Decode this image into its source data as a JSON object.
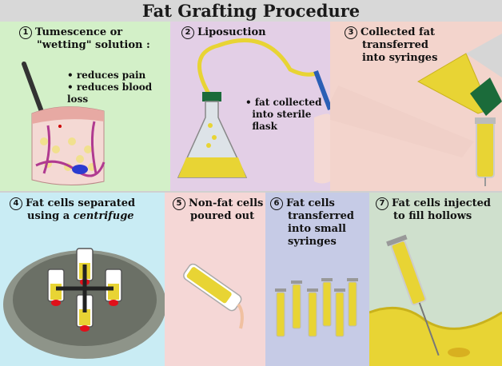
{
  "title": "Fat Grafting Procedure",
  "steps": [
    {
      "num": "1",
      "line1": "Tumescence or",
      "line2": "\"wetting\" solution :",
      "bullets": [
        "reduces pain",
        "reduces blood loss"
      ]
    },
    {
      "num": "2",
      "line1": "Liposuction",
      "bullets": [
        "fat collected",
        "into sterile",
        "flask"
      ]
    },
    {
      "num": "3",
      "line1": "Collected fat",
      "line2": "transferred",
      "line3": "into syringes"
    },
    {
      "num": "4",
      "line1": "Fat cells separated",
      "line2a": "using a ",
      "line2b": "centrifuge"
    },
    {
      "num": "5",
      "line1": "Non-fat cells",
      "line2": "poured out"
    },
    {
      "num": "6",
      "line1": "Fat cells",
      "line2": "transferred",
      "line3": "into small",
      "line4": "syringes"
    },
    {
      "num": "7",
      "line1": "Fat cells injected",
      "line2": "to fill hollows"
    }
  ],
  "colors": {
    "panel1": "#d3f0c8",
    "panel2": "#e3cfe6",
    "panel3": "#f3d4cc",
    "panel4": "#c9ecf4",
    "panel5": "#f5d7d6",
    "panel6": "#c6cbe6",
    "panel7": "#cfe0cd",
    "fat": "#e8d434"
  }
}
